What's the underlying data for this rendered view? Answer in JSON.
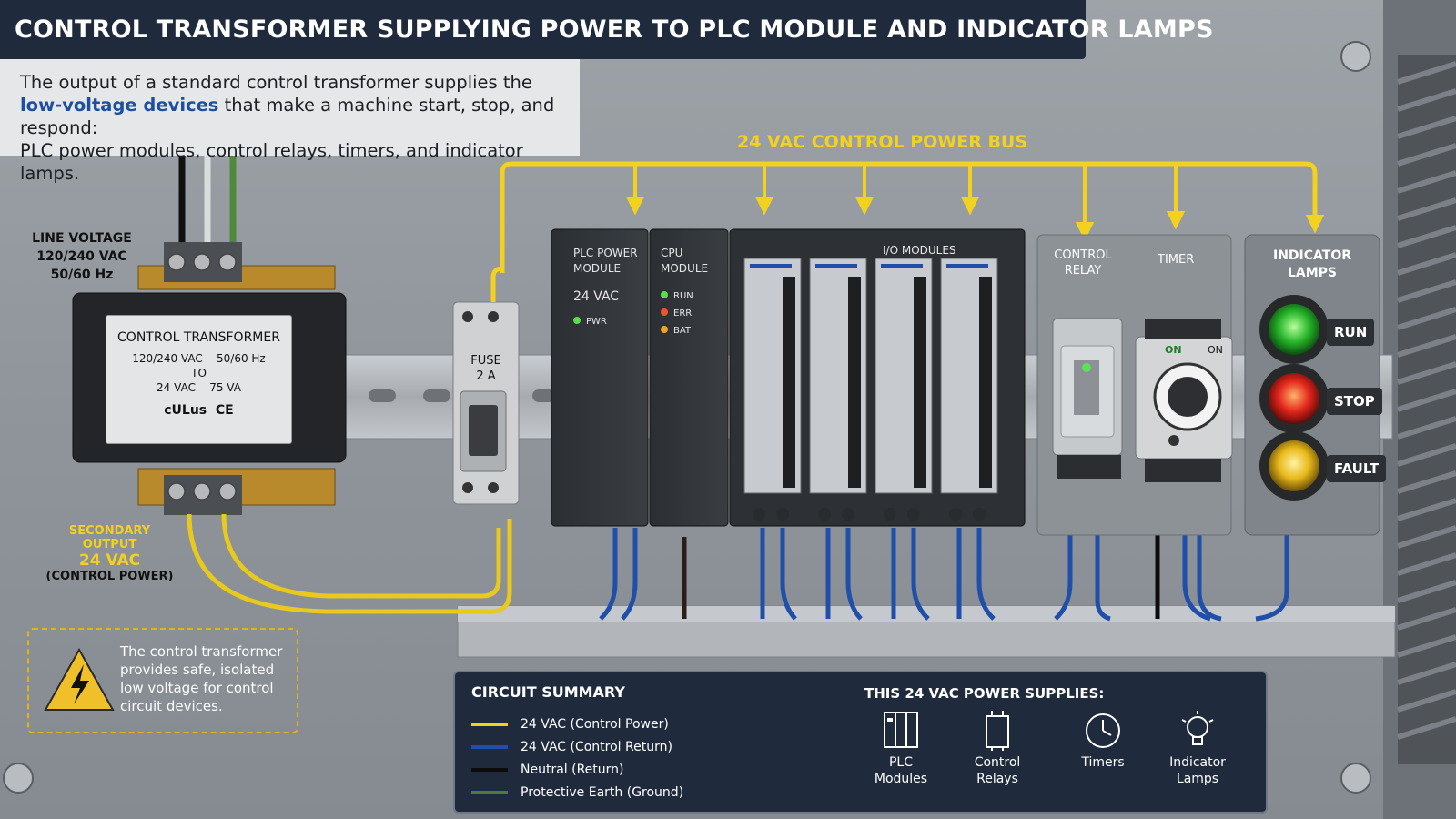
{
  "title": "CONTROL TRANSFORMER SUPPLYING POWER TO PLC MODULE AND INDICATOR LAMPS",
  "intro": {
    "line1": "The output of a standard control transformer supplies the",
    "highlight": "low-voltage devices",
    "line2_rest": " that make a machine start, stop, and respond:",
    "line3": "PLC power modules, control relays, timers, and indicator lamps."
  },
  "bus_label": "24 VAC CONTROL POWER BUS",
  "line_voltage": {
    "l1": "LINE VOLTAGE",
    "l2": "120/240 VAC",
    "l3": "50/60 Hz"
  },
  "transformer": {
    "name": "CONTROL TRANSFORMER",
    "rating1": "120/240 VAC    50/60 Hz",
    "to": "TO",
    "rating2": "24 VAC    75 VA",
    "marks": "cULus  CE"
  },
  "secondary": {
    "l1": "SECONDARY OUTPUT",
    "l2": "24 VAC",
    "l3": "(CONTROL POWER)"
  },
  "fuse": {
    "l1": "FUSE",
    "l2": "2 A"
  },
  "plc_power": {
    "l1": "PLC POWER",
    "l2": "MODULE",
    "voltage": "24 VAC",
    "led": "PWR"
  },
  "cpu": {
    "l1": "CPU",
    "l2": "MODULE",
    "leds": [
      "RUN",
      "ERR",
      "BAT"
    ]
  },
  "io_label": "I/O MODULES",
  "relay_label": {
    "l1": "CONTROL",
    "l2": "RELAY"
  },
  "timer": {
    "label": "TIMER",
    "on1": "ON",
    "on2": "ON"
  },
  "indicator": {
    "l1": "INDICATOR",
    "l2": "LAMPS",
    "run": "RUN",
    "stop": "STOP",
    "fault": "FAULT"
  },
  "warning": {
    "text1": "The control transformer",
    "text2": "provides safe, isolated",
    "text3": "low voltage for control",
    "text4": "circuit devices."
  },
  "summary": {
    "title": "CIRCUIT SUMMARY",
    "legend": [
      {
        "label": "24 VAC (Control Power)",
        "color": "#f2d21e"
      },
      {
        "label": "24 VAC (Control Return)",
        "color": "#1f4fa8"
      },
      {
        "label": "Neutral (Return)",
        "color": "#0c0c0c"
      },
      {
        "label": "Protective Earth (Ground)",
        "color": "#4f7a3a"
      }
    ],
    "supplies_title": "THIS 24 VAC POWER SUPPLIES:",
    "supplies": [
      {
        "l1": "PLC",
        "l2": "Modules",
        "icon": "plc-module-icon"
      },
      {
        "l1": "Control",
        "l2": "Relays",
        "icon": "relay-icon"
      },
      {
        "l1": "Timers",
        "l2": "",
        "icon": "clock-icon"
      },
      {
        "l1": "Indicator",
        "l2": "Lamps",
        "icon": "lightbulb-icon"
      }
    ]
  },
  "colors": {
    "bus": "#f2d21e",
    "return": "#1f4fa8",
    "panel": "#1f2b3d",
    "highlight": "#1d4fa0"
  }
}
